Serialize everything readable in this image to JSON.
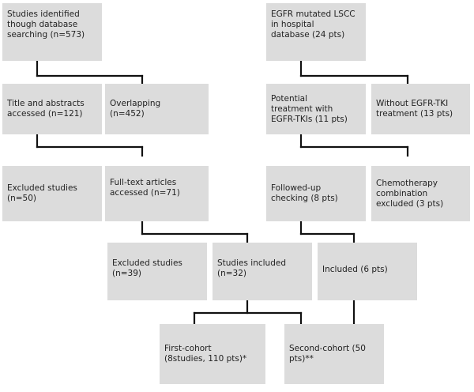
{
  "boxes": {
    "db_search": "Studies identified\nthough database\nsearching (n=573)",
    "egfr_lscc": "EGFR mutated LSCC\nin hospital\ndatabase (24 pts)",
    "title_abstracts": "Title and abstracts\naccessed (n=121)",
    "overlapping": "Overlapping\n(n=452)",
    "potential_tki": "Potential\ntreatment with\nEGFR-TKIs (11 pts)",
    "without_tki": "Without EGFR-TKI\ntreatment (13 pts)",
    "excluded_50": "Excluded studies\n(n=50)",
    "fulltext": "Full-text articles\naccessed (n=71)",
    "followup": "Followed-up\nchecking (8 pts)",
    "chemo_excluded": "Chemotherapy\ncombination\nexcluded (3 pts)",
    "excluded_39": "Excluded studies\n(n=39)",
    "included_32": "Studies included\n(n=32)",
    "included_6": "Included (6 pts)",
    "first_cohort": "First-cohort\n(8studies, 110 pts)*",
    "second_cohort": "Second-cohort (50\npts)**"
  }
}
